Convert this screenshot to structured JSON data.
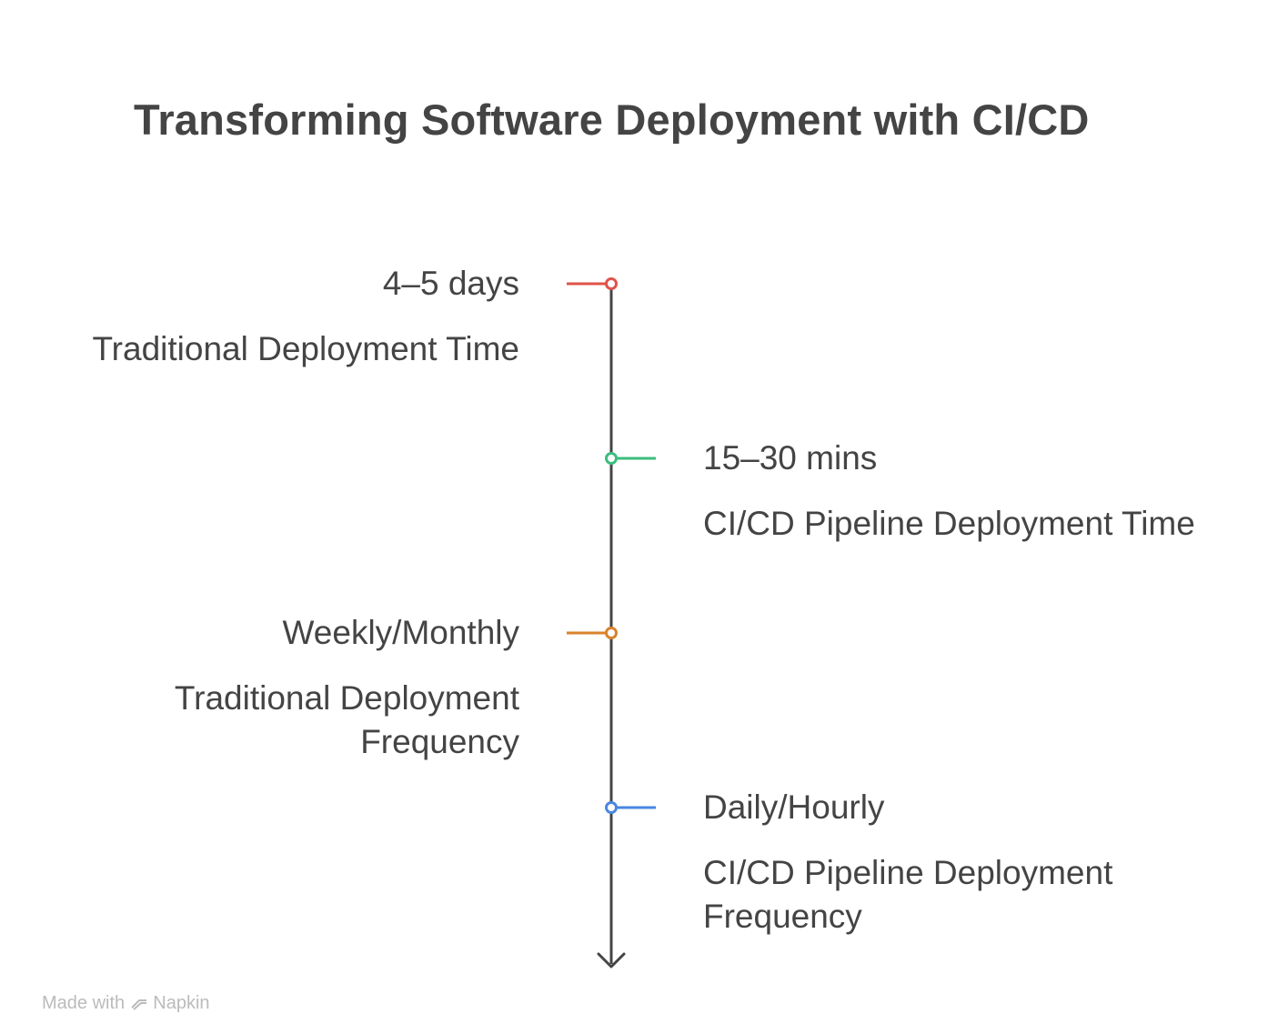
{
  "title": "Transforming Software Deployment with CI/CD",
  "events": [
    {
      "value": "4–5 days",
      "label": "Traditional Deployment Time",
      "side": "left",
      "color": "#e0534a"
    },
    {
      "value": "15–30 mins",
      "label": "CI/CD Pipeline Deployment Time",
      "side": "right",
      "color": "#3dbd7d"
    },
    {
      "value": "Weekly/Monthly",
      "label": "Traditional Deployment Frequency",
      "side": "left",
      "color": "#d9822b"
    },
    {
      "value": "Daily/Hourly",
      "label": "CI/CD Pipeline Deployment Frequency",
      "side": "right",
      "color": "#4a86e0"
    }
  ],
  "footer": {
    "made_with": "Made with",
    "brand": "Napkin"
  },
  "colors": {
    "axis": "#444444",
    "text": "#444444",
    "footer": "#bbbbbb"
  }
}
